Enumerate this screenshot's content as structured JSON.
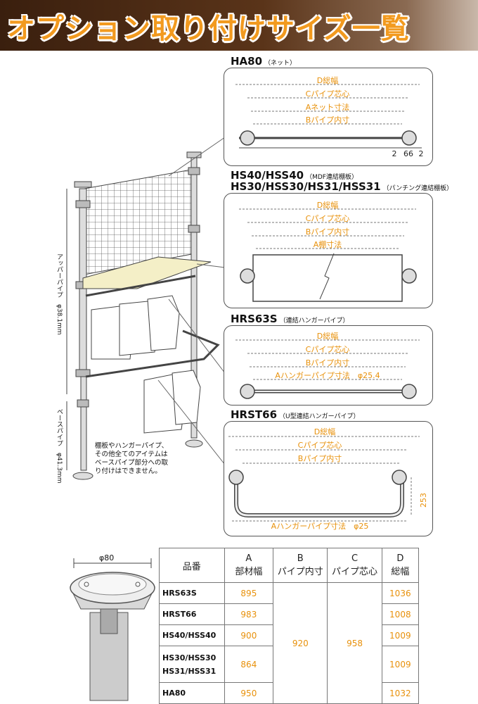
{
  "header": {
    "title": "オプション取り付けサイズ一覧"
  },
  "sections": {
    "ha80": {
      "model": "HA80",
      "sub": "（ネット）",
      "dims": {
        "d": "D総幅",
        "c": "Cパイプ芯心",
        "a": "Aネット寸法",
        "b": "Bパイプ内寸"
      },
      "spacing": {
        "left": "2",
        "mid": "66",
        "right": "2"
      }
    },
    "hs40": {
      "model1": "HS40/HSS40",
      "sub1": "（MDF連結棚板）",
      "model2": "HS30/HSS30/HS31/HSS31",
      "sub2": "（パンチング連結棚板）",
      "dims": {
        "d": "D総幅",
        "c": "Cパイプ芯心",
        "b": "Bパイプ内寸",
        "a": "A棚寸法"
      }
    },
    "hrs63s": {
      "model": "HRS63S",
      "sub": "（連結ハンガーパイプ）",
      "dims": {
        "d": "D総幅",
        "c": "Cパイプ芯心",
        "b": "Bパイプ内寸",
        "a": "Aハンガーパイプ寸法　φ25.4"
      }
    },
    "hrst66": {
      "model": "HRST66",
      "sub": "（U型連結ハンガーパイプ）",
      "dims": {
        "d": "D総幅",
        "c": "Cパイプ芯心",
        "b": "Bパイプ内寸",
        "a": "Aハンガーパイプ寸法　φ25",
        "height": "253"
      }
    }
  },
  "rack": {
    "upper_pipe_label": "アッパーパイプ　φ38.1mm",
    "base_pipe_label": "ベースパイプ　φ41.3mm",
    "note": [
      "棚板やハンガーパイプ、",
      "その他全てのアイテムは",
      "ベースパイプ部分への取",
      "り付けはできません。"
    ]
  },
  "base": {
    "diameter_label": "φ80"
  },
  "table": {
    "headers": [
      {
        "line1": "品番",
        "line2": ""
      },
      {
        "line1": "A",
        "line2": "部材幅"
      },
      {
        "line1": "B",
        "line2": "パイプ内寸"
      },
      {
        "line1": "C",
        "line2": "パイプ芯心"
      },
      {
        "line1": "D",
        "line2": "総幅"
      }
    ],
    "rows": [
      {
        "model": "HRS63S",
        "a": "895",
        "d": "1036"
      },
      {
        "model": "HRST66",
        "a": "983",
        "d": "1008"
      },
      {
        "model": "HS40/HSS40",
        "a": "900",
        "d": "1009"
      },
      {
        "model": "HS30/HSS30",
        "model2": "HS31/HSS31",
        "a": "864",
        "d": "1009"
      },
      {
        "model": "HA80",
        "a": "950",
        "d": "1032"
      }
    ],
    "b_shared": "920",
    "c_shared": "958"
  },
  "colors": {
    "accent": "#e8910b",
    "banner": "#3a1f0e",
    "title": "#f29a1f"
  }
}
